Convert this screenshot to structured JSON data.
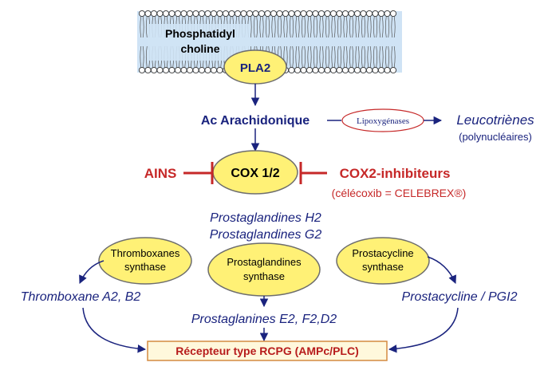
{
  "colors": {
    "navy": "#1a237e",
    "red": "#c62828",
    "ellipse_fill": "#fff176",
    "ellipse_stroke": "#6d6d6d",
    "membrane_fill": "#cfe3f5",
    "box_fill": "#fff8dc",
    "box_stroke": "#d48a40",
    "box_text": "#b71c1c",
    "lipox_stroke": "#c62828"
  },
  "membrane": {
    "label_line1": "Phosphatidyl",
    "label_line2": "choline"
  },
  "nodes": {
    "pla2": "PLA2",
    "ac_arachidonique": "Ac Arachidonique",
    "lipoxygenases": "Lipoxygénases",
    "leucotrienes": "Leucotriènes",
    "polynucleaires": "(polynucléaires)",
    "ains": "AINS",
    "cox": "COX 1/2",
    "cox2_inhibiteurs": "COX2-inhibiteurs",
    "celecoxib": "(célécoxib = CELEBREX®)",
    "prostaglandines_h2": "Prostaglandines H2",
    "prostaglandines_g2": "Prostaglandines G2",
    "thromboxanes_synthase_1": "Thromboxanes",
    "thromboxanes_synthase_2": "synthase",
    "prostaglandines_synthase_1": "Prostaglandines",
    "prostaglandines_synthase_2": "synthase",
    "prostacycline_synthase_1": "Prostacycline",
    "prostacycline_synthase_2": "synthase",
    "thromboxane_a2_b2": "Thromboxane A2, B2",
    "prostacycline_pgi2": "Prostacycline / PGI2",
    "prostaglanines_e2": "Prostaglanines E2, F2,D2",
    "recepteur": "Récepteur type RCPG (AMPc/PLC)"
  }
}
